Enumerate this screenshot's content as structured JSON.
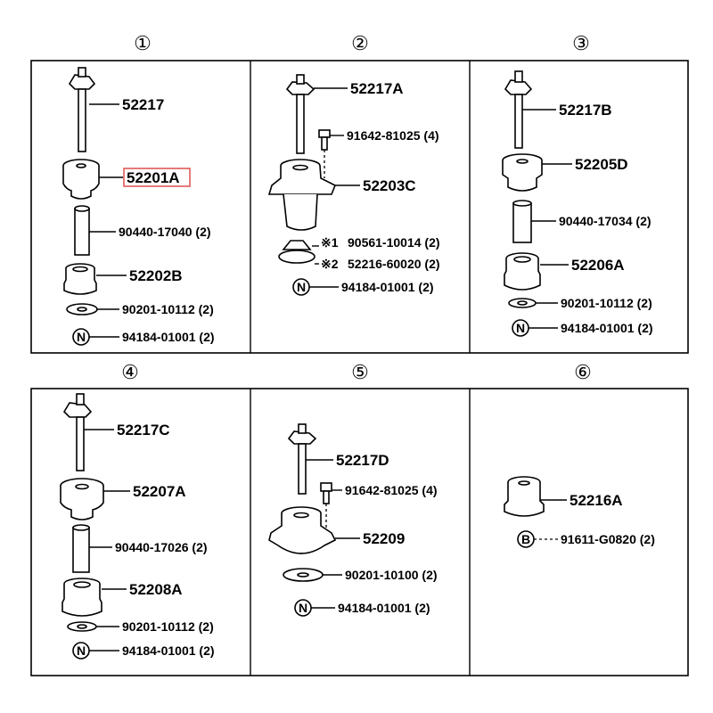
{
  "panels": [
    {
      "number": "①",
      "parts": [
        {
          "label": "52217"
        },
        {
          "label": "52201A",
          "highlight": true
        },
        {
          "label": "90440-17040 (2)"
        },
        {
          "label": "52202B"
        },
        {
          "label": "90201-10112 (2)"
        },
        {
          "prefix": "N",
          "label": "94184-01001 (2)"
        }
      ]
    },
    {
      "number": "②",
      "parts": [
        {
          "label": "52217A"
        },
        {
          "label": "91642-81025 (4)"
        },
        {
          "label": "52203C"
        },
        {
          "mark": "※1",
          "label": "90561-10014 (2)"
        },
        {
          "mark": "※2",
          "label": "52216-60020 (2)"
        },
        {
          "prefix": "N",
          "label": "94184-01001 (2)"
        }
      ]
    },
    {
      "number": "③",
      "parts": [
        {
          "label": "52217B"
        },
        {
          "label": "52205D"
        },
        {
          "label": "90440-17034 (2)"
        },
        {
          "label": "52206A"
        },
        {
          "label": "90201-10112 (2)"
        },
        {
          "prefix": "N",
          "label": "94184-01001 (2)"
        }
      ]
    },
    {
      "number": "④",
      "parts": [
        {
          "label": "52217C"
        },
        {
          "label": "52207A"
        },
        {
          "label": "90440-17026 (2)"
        },
        {
          "label": "52208A"
        },
        {
          "label": "90201-10112 (2)"
        },
        {
          "prefix": "N",
          "label": "94184-01001 (2)"
        }
      ]
    },
    {
      "number": "⑤",
      "parts": [
        {
          "label": "52217D"
        },
        {
          "label": "91642-81025 (4)"
        },
        {
          "label": "52209"
        },
        {
          "label": "90201-10100 (2)"
        },
        {
          "prefix": "N",
          "label": "94184-01001 (2)"
        }
      ]
    },
    {
      "number": "⑥",
      "parts": [
        {
          "label": "52216A"
        },
        {
          "prefix": "B",
          "label": "91611-G0820 (2)"
        }
      ]
    }
  ],
  "colors": {
    "highlight_border": "#e05a5a",
    "line": "#000000",
    "background": "#ffffff"
  }
}
